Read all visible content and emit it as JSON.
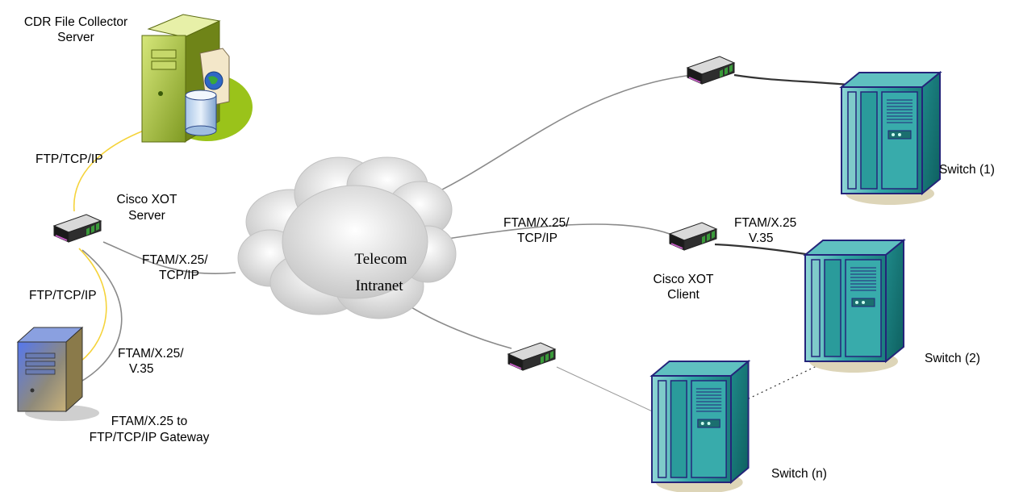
{
  "nodes": {
    "cdr_server": {
      "label_line1": "CDR File Collector",
      "label_line2": "Server",
      "icon": "server-with-database-icon"
    },
    "xot_server": {
      "label_line1": "Cisco XOT",
      "label_line2": "Server",
      "icon": "router-icon"
    },
    "gateway": {
      "label_line1": "FTAM/X.25 to",
      "label_line2": "FTP/TCP/IP Gateway",
      "icon": "tower-server-icon"
    },
    "cloud": {
      "label_line1": "Telecom",
      "label_line2": "Intranet",
      "icon": "cloud-icon"
    },
    "xot_client": {
      "label_line1": "Cisco XOT",
      "label_line2": "Client",
      "icon": "router-icon"
    },
    "switch_1": {
      "label": "Switch (1)",
      "icon": "switch-cabinet-icon"
    },
    "switch_2": {
      "label": "Switch (2)",
      "icon": "switch-cabinet-icon"
    },
    "switch_n": {
      "label": "Switch (n)",
      "icon": "switch-cabinet-icon"
    }
  },
  "links": {
    "ftp_top": "FTP/TCP/IP",
    "ftp_left": "FTP/TCP/IP",
    "ftam_v35_left_1": "FTAM/X.25/",
    "ftam_v35_left_2": "V.35",
    "ftam_tcp_left_1": "FTAM/X.25/",
    "ftam_tcp_left_2": "TCP/IP",
    "ftam_tcp_mid_1": "FTAM/X.25/",
    "ftam_tcp_mid_2": "TCP/IP",
    "ftam_v35_right_1": "FTAM/X.25",
    "ftam_v35_right_2": "V.35"
  },
  "colors": {
    "ftp_link": "#f5d33a",
    "ftam_link": "#8a8a8a",
    "serial_link": "#333333",
    "server_green": "#a9c63a",
    "switch_teal": "#2fa5a5",
    "gateway_blue": "#4466cc"
  }
}
